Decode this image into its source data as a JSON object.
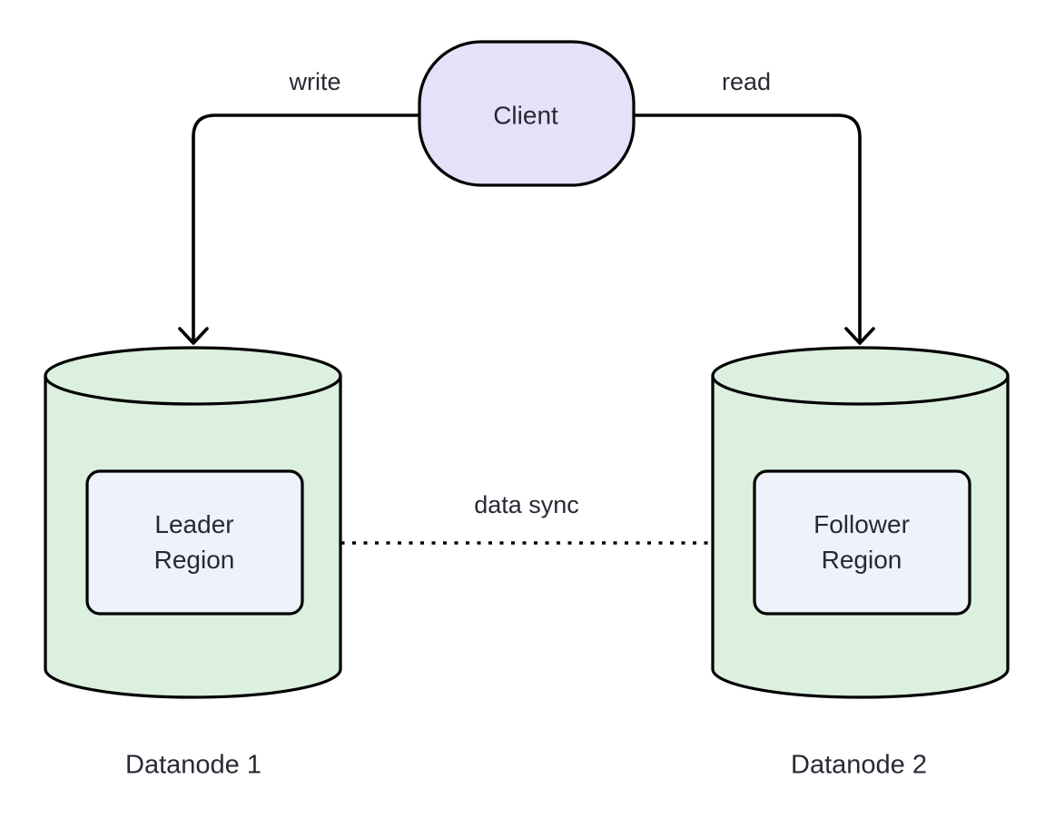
{
  "colors": {
    "background": "#ffffff",
    "client_fill": "#e6e0f8",
    "datanode_fill": "#dbf0de",
    "region_fill": "#edf2fb",
    "stroke": "#000000",
    "text": "#262a33"
  },
  "nodes": {
    "client": {
      "label": "Client",
      "shape": "stadium"
    },
    "leader_region": {
      "label": "Leader Region",
      "shape": "rounded-rect"
    },
    "follower_region": {
      "label": "Follower Region",
      "shape": "rounded-rect"
    },
    "datanode1": {
      "label": "Datanode 1",
      "shape": "cylinder"
    },
    "datanode2": {
      "label": "Datanode 2",
      "shape": "cylinder"
    }
  },
  "edges": {
    "write": {
      "label": "write",
      "from": "Client",
      "to": "Datanode 1",
      "style": "solid-arrow"
    },
    "read": {
      "label": "read",
      "from": "Client",
      "to": "Datanode 2",
      "style": "solid-arrow"
    },
    "data_sync": {
      "label": "data sync",
      "from": "Leader Region",
      "to": "Follower Region",
      "style": "dotted-arrow"
    }
  }
}
